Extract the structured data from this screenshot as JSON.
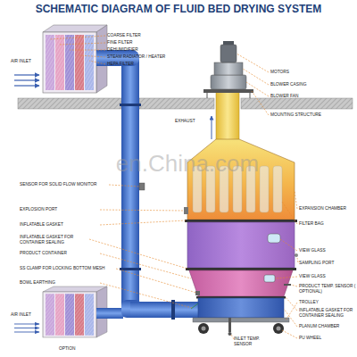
{
  "diagram": {
    "title": "SCHEMATIC DIAGRAM OF FLUID BED DRYING SYSTEM",
    "labels": [
      "COARSE FILTER",
      "FINE FILTER",
      "DEHUMIDIFIER",
      "STEAM RADIATOR / HEATER",
      "HEPA FILTER",
      "AIR INLET",
      "MOTORS",
      "BLOWER CASING",
      "BLOWER FAN",
      "EXHAUST",
      "MOUNTING STRUCTURE",
      "en.China.com",
      "SENSOR FOR SOLID FLOW MONITOR",
      "EXPLOSION PORT",
      "EXPANSION CHAMBER",
      "INFLATABLE GASKET",
      "FILTER BAG",
      "INFLATABLE GASKET FOR CONTAINER SEALING",
      "VIEW GLASS",
      "PRODUCT CONTAINER",
      "SAMPLING PORT",
      "SS CLAMP FOR LOCKING BOTTOM MESH",
      "VIEW GLASS",
      "BOWL EARTHING",
      "PRODUCT TEMP. SENSOR ( OPTIONAL)",
      "TROLLEY",
      "INFLATABLE GASKET FOR CONTAINER SEALING",
      "AIR INLET",
      "PLANUM CHAMBER",
      "PU WHEEL",
      "INLET TEMP. SENSOR",
      "OPTION"
    ]
  }
}
